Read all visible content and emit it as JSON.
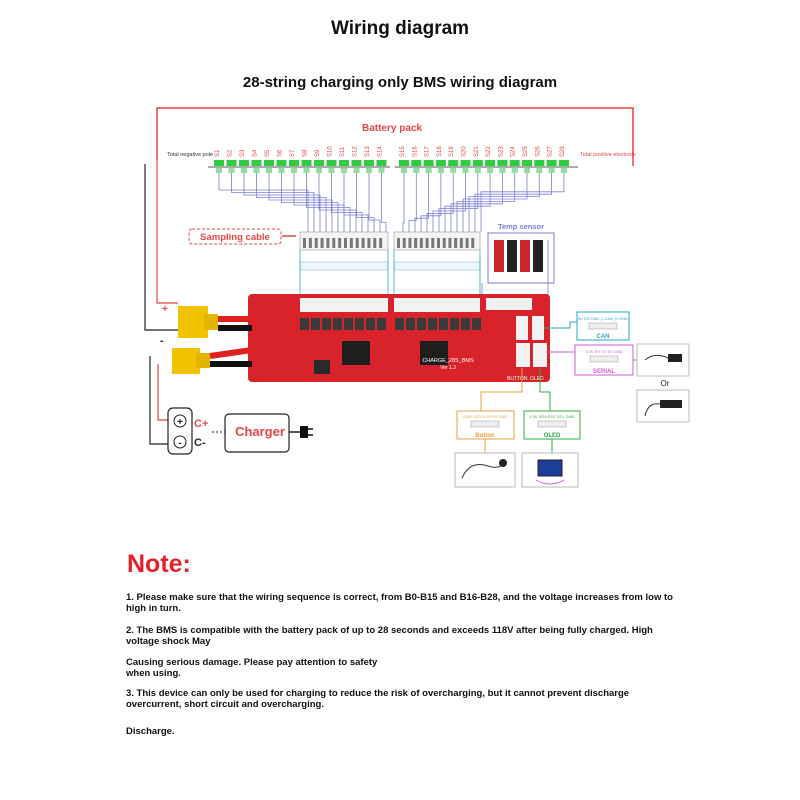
{
  "header": {
    "title": "Wiring diagram",
    "subtitle": "28-string charging only BMS wiring diagram"
  },
  "battery": {
    "label": "Battery pack",
    "neg_label": "Total negative pole",
    "pos_label": "Total positive electrode",
    "cells_left": [
      "S1",
      "S2",
      "S3",
      "S4",
      "S5",
      "S6",
      "S7",
      "S8",
      "S9",
      "S10",
      "S11",
      "S12",
      "S13",
      "S14"
    ],
    "cells_right": [
      "S15",
      "S16",
      "S17",
      "S18",
      "S19",
      "S20",
      "S21",
      "S22",
      "S23",
      "S24",
      "S25",
      "S26",
      "S27",
      "S28"
    ]
  },
  "sampling_label": "Sampling cable",
  "temp_label": "Temp sensor",
  "board": {
    "name": "CHARGE_28S_BMS",
    "version": "Ver 1.3",
    "button_text": "BUTTON",
    "oled_text": "OLED"
  },
  "can": {
    "label": "CAN",
    "pins": "5V RX CAN_L CAN_H GND"
  },
  "serial": {
    "label": "SERIAL",
    "pins": "3.3V RX TX 5V GND"
  },
  "or_label": "Or",
  "button_box": {
    "label": "Button",
    "pins": "GND LED 3.3V EN GND"
  },
  "oled_box": {
    "label": "OLED",
    "pins": "3.3V SDA RST SCL GND"
  },
  "charger": {
    "label": "Charger",
    "plus": "C+",
    "minus": "C-",
    "plus_sign": "+",
    "minus_sign": "-"
  },
  "battery_plus_sign": "+",
  "battery_minus_sign": "-",
  "notes": {
    "heading": "Note:",
    "n1": "1. Please make sure that the wiring sequence is correct, from B0-B15 and B16-B28, and the voltage increases from low to high in turn.",
    "n2": "2. The BMS is compatible with the battery pack of up to 28 seconds and exceeds 118V after being fully charged. High voltage shock May",
    "n3": "Causing serious damage. Please pay attention to safety when using.",
    "n4": "3. This device can only be used for charging to reduce the risk of overcharging, but it cannot prevent discharge overcurrent, short circuit and overcharging.",
    "n5": "Discharge."
  },
  "colors": {
    "pack_frame": "#e54545",
    "cell_green": "#2ecc40",
    "wire_purple": "#7b7fd6",
    "board_red": "#d8232a",
    "note_red": "#e5202a",
    "can_box": "#2aa6c9",
    "serial_box": "#d35ad6",
    "button_box": "#e6a040",
    "oled_box": "#2ea84a"
  }
}
